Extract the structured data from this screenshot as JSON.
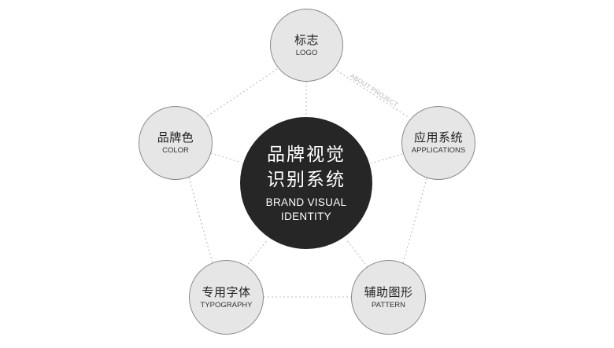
{
  "diagram": {
    "center": {
      "title_zh_line1": "品牌视觉",
      "title_zh_line2": "识别系统",
      "title_en_line1": "BRAND VISUAL",
      "title_en_line2": "IDENTITY",
      "fill": "#262626",
      "text_color": "#ffffff"
    },
    "nodes": [
      {
        "id": "logo",
        "zh": "标志",
        "en": "LOGO"
      },
      {
        "id": "color",
        "zh": "品牌色",
        "en": "COLOR"
      },
      {
        "id": "applications",
        "zh": "应用系统",
        "en": "APPLICATIONS"
      },
      {
        "id": "typography",
        "zh": "专用字体",
        "en": "TYPOGRAPHY"
      },
      {
        "id": "pattern",
        "zh": "辅助图形",
        "en": "PATTERN"
      }
    ],
    "edge_caption": "ABOUT PROJECT",
    "colors": {
      "node_fill": "#e6e6e6",
      "node_border": "#8a8a8a",
      "connector": "#bdbdbd",
      "caption": "#b5b5b5",
      "background": "#ffffff"
    }
  }
}
